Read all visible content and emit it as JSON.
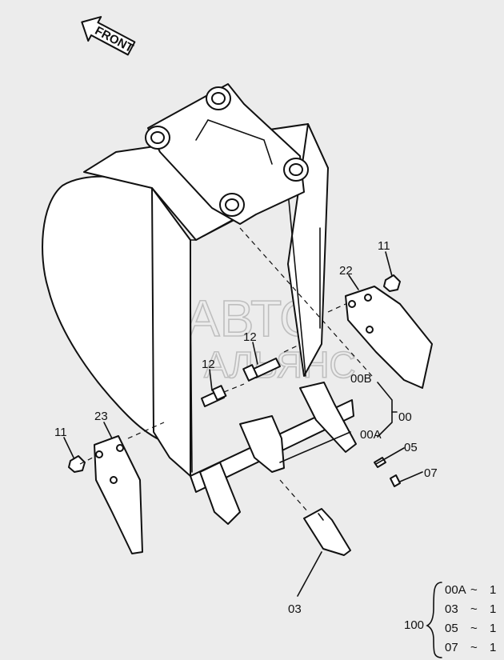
{
  "labels": {
    "front": "FRONT",
    "p11a": "11",
    "p11b": "11",
    "p12a": "12",
    "p12b": "12",
    "p22": "22",
    "p23": "23",
    "p00": "00",
    "p00A": "00A",
    "p00B": "00B",
    "p05": "05",
    "p07": "07",
    "p03": "03"
  },
  "watermark": {
    "line1": "АВТО",
    "line2": "АЛЬЯНС"
  },
  "kit": {
    "parent": "100",
    "items": [
      "00A",
      "03",
      "05",
      "07"
    ],
    "qty": [
      "1",
      "1",
      "1",
      "1"
    ],
    "range_mark": "~"
  }
}
